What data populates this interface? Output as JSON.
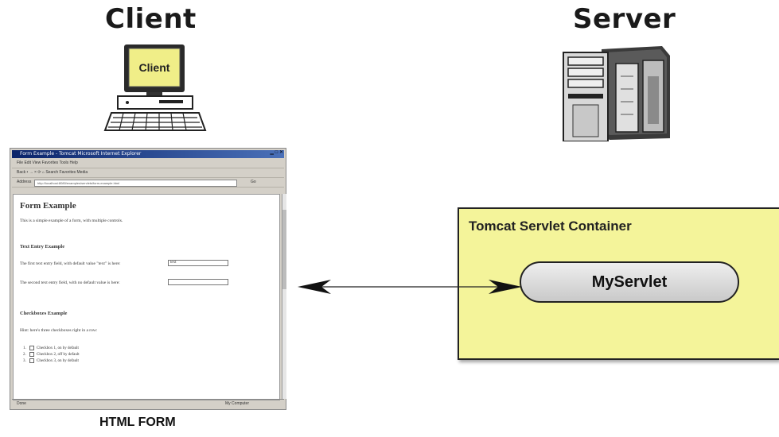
{
  "headings": {
    "client": "Client",
    "server": "Server"
  },
  "client_monitor": {
    "screen_text": "Client"
  },
  "browser": {
    "title": "Form Example - Tomcat Microsoft Internet Explorer",
    "menu": "File   Edit   View   Favorites   Tools   Help",
    "toolbar": "Back  •  →  ×  ⟳  ⌂   Search   Favorites   Media",
    "address_label": "Address",
    "address_value": "http://localhost:8080/examples/servlets/form-example.html",
    "go_label": "Go",
    "status": "Done",
    "status_zone": "My Computer",
    "content": {
      "title": "Form Example",
      "intro": "This is a simple example of a form, with multiple controls.",
      "text_entry_heading": "Text Entry Example",
      "text_entry_line1": "The first text entry field, with default value \"text\" is here:",
      "text_entry_value1": "text",
      "text_entry_line2": "The second text entry field, with no default value is here:",
      "checkboxes_heading": "Checkboxes Example",
      "checkboxes_intro": "Hint: here's three checkboxes right in a row:",
      "checkboxes": [
        "Checkbox 1, on by default",
        "Checkbox 2, off by default",
        "Checkbox 3, on by default"
      ]
    }
  },
  "captions": {
    "html_form": "HTML FORM"
  },
  "container": {
    "label": "Tomcat Servlet Container",
    "servlet": "MyServlet",
    "fill": "#f4f49a"
  }
}
